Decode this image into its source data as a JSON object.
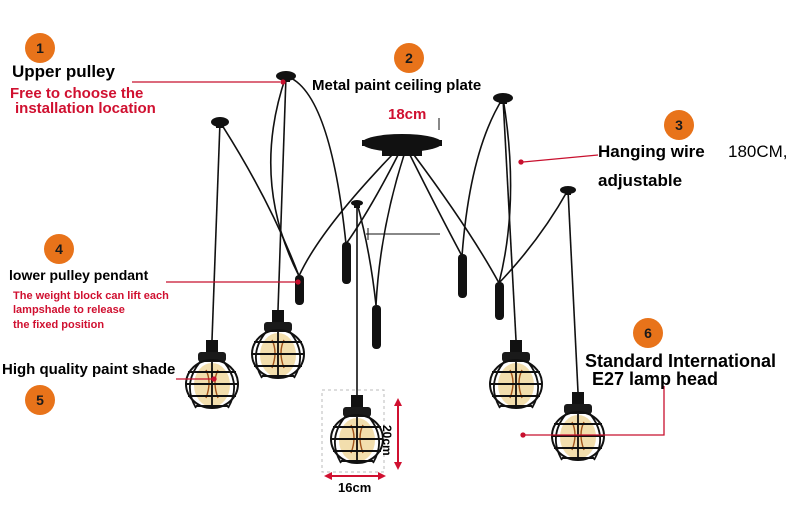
{
  "badges": [
    "1",
    "2",
    "3",
    "4",
    "5",
    "6"
  ],
  "labels": {
    "upper_pulley": "Upper pulley",
    "upper_pulley_note_1": "Free to choose the",
    "upper_pulley_note_2": "installation location",
    "ceiling_plate": "Metal paint ceiling plate",
    "plate_size": "18cm",
    "hanging_wire": "Hanging wire",
    "hanging_wire_len": "180CM,",
    "hanging_wire_adj": "adjustable",
    "lower_pulley": "lower pulley pendant",
    "lower_pulley_note_1": "The weight block can lift each",
    "lower_pulley_note_2": "lampshade to release",
    "lower_pulley_note_3": "the fixed position",
    "shade": "High quality paint shade",
    "lamp_head_1": "Standard International",
    "lamp_head_2": "E27 lamp head",
    "dim_height": "20cm",
    "dim_width": "16cm"
  },
  "colors": {
    "badge": "#e8731a",
    "accent_red": "#d01030",
    "leader_line": "#c8102e"
  }
}
